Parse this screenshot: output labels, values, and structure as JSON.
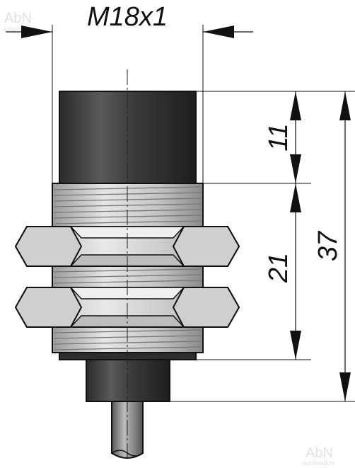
{
  "dimensions": {
    "thread": "M18x1",
    "sensing_face_length": "11",
    "thread_length": "21",
    "total_length": "37"
  },
  "watermark": {
    "brand": "AbN",
    "tagline": "automation"
  },
  "colors": {
    "sensing_head": "#3a3a3a",
    "metal": "#c8c8c8",
    "outline": "#111111",
    "dimension_line": "#111111",
    "watermark": "#e2e2e2"
  }
}
